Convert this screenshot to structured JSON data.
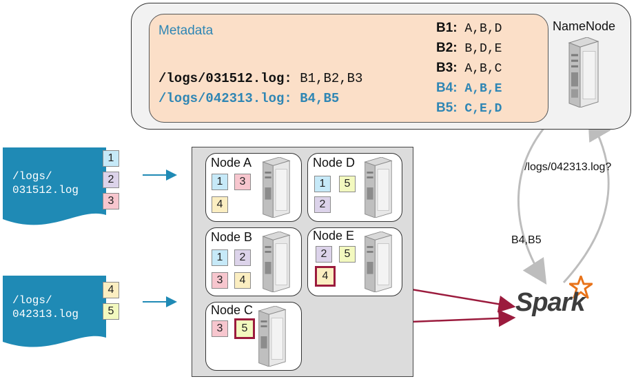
{
  "namenode": {
    "label": "NameNode",
    "metadata_title": "Metadata",
    "files": [
      {
        "path": "/logs/031512.log:",
        "blocks": " B1,B2,B3"
      },
      {
        "path": "/logs/042313.log:",
        "blocks": " B4,B5"
      }
    ],
    "block_map": [
      {
        "id": "B1:",
        "nodes": " A,B,D"
      },
      {
        "id": "B2:",
        "nodes": " B,D,E"
      },
      {
        "id": "B3:",
        "nodes": " A,B,C"
      },
      {
        "id": "B4:",
        "nodes": " A,B,E"
      },
      {
        "id": "B5:",
        "nodes": " C,E,D"
      }
    ]
  },
  "input_files": [
    {
      "line1": "/logs/",
      "line2": "031512.log",
      "blocks": [
        "1",
        "2",
        "3"
      ]
    },
    {
      "line1": "/logs/",
      "line2": "042313.log",
      "blocks": [
        "4",
        "5"
      ]
    }
  ],
  "nodes": [
    {
      "label": "Node A",
      "blocks": [
        "1",
        "3",
        "4"
      ]
    },
    {
      "label": "Node D",
      "blocks": [
        "1",
        "5",
        "2"
      ]
    },
    {
      "label": "Node B",
      "blocks": [
        "1",
        "2",
        "3",
        "4"
      ]
    },
    {
      "label": "Node E",
      "blocks": [
        "2",
        "5",
        "4"
      ]
    },
    {
      "label": "Node C",
      "blocks": [
        "3",
        "5"
      ]
    }
  ],
  "query_label": "/logs/042313.log?",
  "answer_label": "B4,B5",
  "spark_label": "Spark",
  "colors": {
    "accent": "#2f86b4",
    "file": "#1f8ab5",
    "highlight": "#9b1b3d"
  }
}
